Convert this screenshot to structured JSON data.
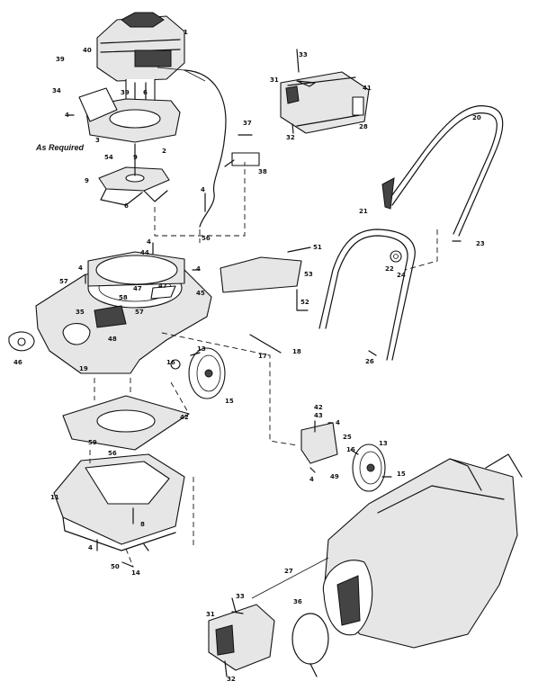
{
  "note": "As Required",
  "callouts": [
    {
      "id": "n1",
      "text": "1"
    },
    {
      "id": "n40",
      "text": "40"
    },
    {
      "id": "n39a",
      "text": "39"
    },
    {
      "id": "n34",
      "text": "34"
    },
    {
      "id": "n39b",
      "text": "39"
    },
    {
      "id": "n6a",
      "text": "6"
    },
    {
      "id": "n4a",
      "text": "4"
    },
    {
      "id": "n3",
      "text": "3"
    },
    {
      "id": "n2",
      "text": "2"
    },
    {
      "id": "n54",
      "text": "54"
    },
    {
      "id": "n9a",
      "text": "9"
    },
    {
      "id": "n9b",
      "text": "9"
    },
    {
      "id": "n6b",
      "text": "6"
    },
    {
      "id": "n37",
      "text": "37"
    },
    {
      "id": "n38",
      "text": "38"
    },
    {
      "id": "n4b",
      "text": "4"
    },
    {
      "id": "n56a",
      "text": "56"
    },
    {
      "id": "n33a",
      "text": "33"
    },
    {
      "id": "n31a",
      "text": "31"
    },
    {
      "id": "n41",
      "text": "41"
    },
    {
      "id": "n32a",
      "text": "32"
    },
    {
      "id": "n28",
      "text": "28"
    },
    {
      "id": "n20",
      "text": "20"
    },
    {
      "id": "n21",
      "text": "21"
    },
    {
      "id": "n23",
      "text": "23"
    },
    {
      "id": "n22",
      "text": "22"
    },
    {
      "id": "n24",
      "text": "24"
    },
    {
      "id": "n26",
      "text": "26"
    },
    {
      "id": "n51",
      "text": "51"
    },
    {
      "id": "n53",
      "text": "53"
    },
    {
      "id": "n52",
      "text": "52"
    },
    {
      "id": "n4c",
      "text": "4"
    },
    {
      "id": "n44",
      "text": "44"
    },
    {
      "id": "n4d",
      "text": "4"
    },
    {
      "id": "n4e",
      "text": "4"
    },
    {
      "id": "n47a",
      "text": "47"
    },
    {
      "id": "n57a",
      "text": "57"
    },
    {
      "id": "n47b",
      "text": "47"
    },
    {
      "id": "n45",
      "text": "45"
    },
    {
      "id": "n35",
      "text": "35"
    },
    {
      "id": "n58",
      "text": "58"
    },
    {
      "id": "n57b",
      "text": "57"
    },
    {
      "id": "n48",
      "text": "48"
    },
    {
      "id": "n46",
      "text": "46"
    },
    {
      "id": "n19a",
      "text": "19"
    },
    {
      "id": "n13a",
      "text": "13"
    },
    {
      "id": "n15a",
      "text": "15"
    },
    {
      "id": "n16a",
      "text": "16"
    },
    {
      "id": "n17",
      "text": "17"
    },
    {
      "id": "n18",
      "text": "18"
    },
    {
      "id": "n42a",
      "text": "42"
    },
    {
      "id": "n43",
      "text": "43"
    },
    {
      "id": "n4f",
      "text": "4"
    },
    {
      "id": "n25",
      "text": "25"
    },
    {
      "id": "n42b",
      "text": "42"
    },
    {
      "id": "n59",
      "text": "59"
    },
    {
      "id": "n56b",
      "text": "56"
    },
    {
      "id": "n13b",
      "text": "13"
    },
    {
      "id": "n16b",
      "text": "16"
    },
    {
      "id": "n4g",
      "text": "4"
    },
    {
      "id": "n49",
      "text": "49"
    },
    {
      "id": "n15b",
      "text": "15"
    },
    {
      "id": "n11",
      "text": "11"
    },
    {
      "id": "n8",
      "text": "8"
    },
    {
      "id": "n4h",
      "text": "4"
    },
    {
      "id": "n50",
      "text": "50"
    },
    {
      "id": "n14",
      "text": "14"
    },
    {
      "id": "n27",
      "text": "27"
    },
    {
      "id": "n33b",
      "text": "33"
    },
    {
      "id": "n31b",
      "text": "31"
    },
    {
      "id": "n36",
      "text": "36"
    },
    {
      "id": "n32b",
      "text": "32"
    }
  ]
}
